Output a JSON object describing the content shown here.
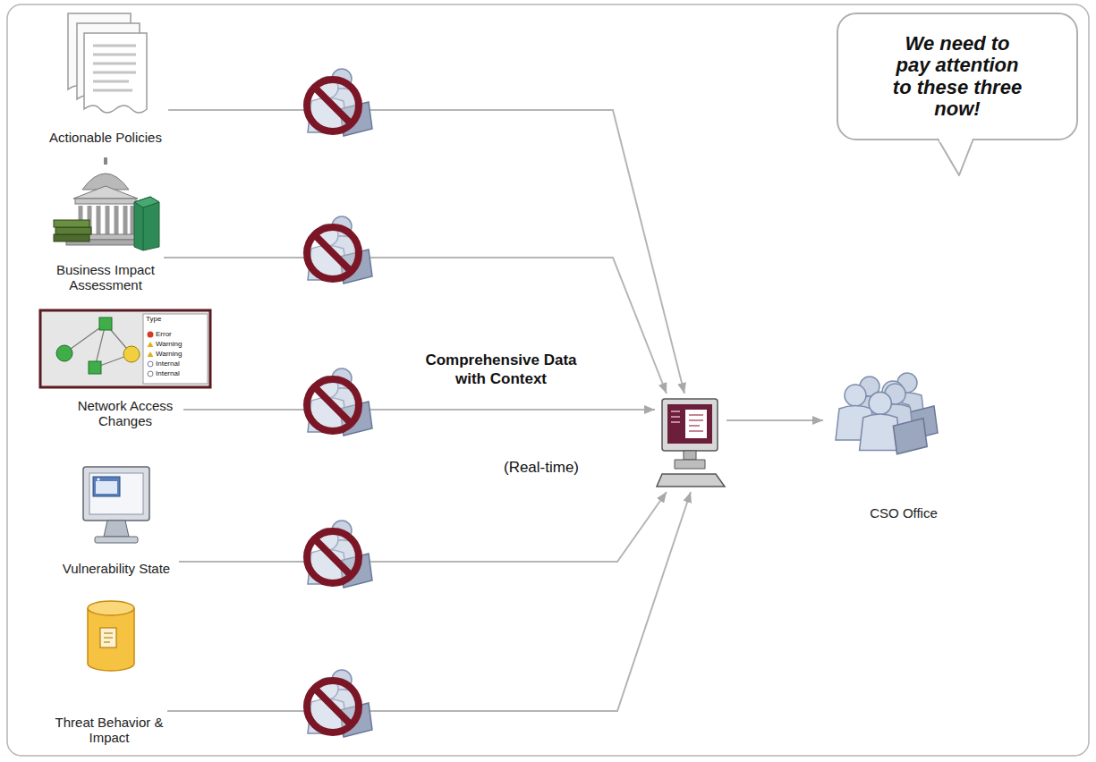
{
  "diagram": {
    "nodes": [
      {
        "text": [
          "Actionable Policies"
        ]
      },
      {
        "text": [
          "Business Impact Assessment"
        ]
      },
      {
        "text": [
          "Network Access Changes"
        ]
      },
      {
        "text": [
          "Vulnerability State"
        ]
      },
      {
        "text": [
          "Threat Behavior & Impact"
        ]
      },
      {
        "text": []
      },
      {
        "text": [
          "We need to pay attention to these three now!"
        ]
      },
      {
        "text": [
          "CSO Office"
        ]
      }
    ],
    "edges": [
      {
        "from": 0,
        "to": 5,
        "arrow": "to"
      },
      {
        "from": 1,
        "to": 5,
        "arrow": "to"
      },
      {
        "from": 2,
        "to": 5,
        "arrow": "to"
      },
      {
        "from": 3,
        "to": 5,
        "arrow": "to"
      },
      {
        "from": 4,
        "to": 5,
        "arrow": "to"
      },
      {
        "from": 5,
        "to": 7,
        "arrow": "to"
      }
    ],
    "labels": [
      "Comprehensive Data with Context",
      "(Real-time)",
      "Type",
      "Error",
      "Warning",
      "Warning",
      "Internal",
      "Internal"
    ]
  }
}
